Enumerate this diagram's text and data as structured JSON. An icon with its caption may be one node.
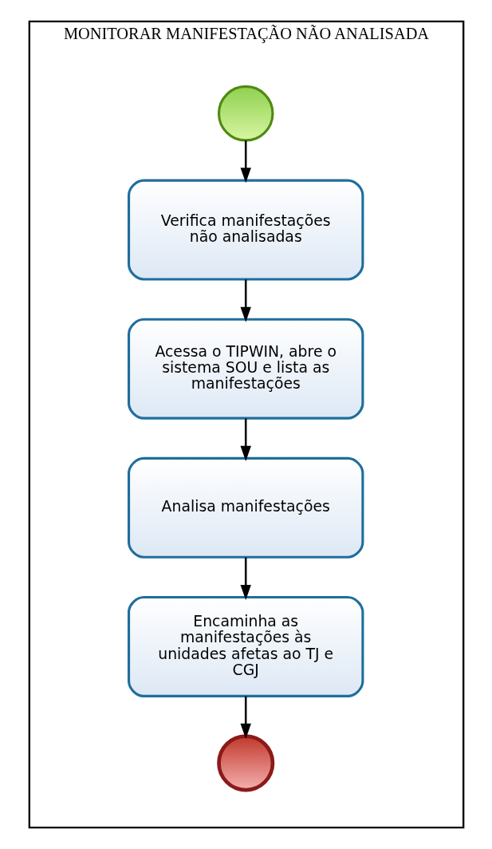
{
  "diagram": {
    "nodes": [
      {
        "text": [
          "MONITORAR MANIFESTAÇÃO NÃO ANALISADA"
        ]
      },
      {
        "text": [],
        "shape": "circle",
        "in": 0
      },
      {
        "text": [
          "Verifica manifestações não analisadas"
        ],
        "in": 0
      },
      {
        "text": [
          "Acessa o TIPWIN, abre o sistema SOU e lista as manifestações"
        ],
        "in": 0
      },
      {
        "text": [
          "Analisa manifestações"
        ],
        "in": 0
      },
      {
        "text": [
          "Encaminha as manifestações às unidades afetas ao TJ e CGJ"
        ],
        "in": 0
      },
      {
        "text": [],
        "shape": "circle",
        "in": 0
      }
    ],
    "edges": [
      {
        "from": 1,
        "to": 2,
        "arrow": "to"
      },
      {
        "from": 2,
        "to": 3,
        "arrow": "to"
      },
      {
        "from": 3,
        "to": 4,
        "arrow": "to"
      },
      {
        "from": 4,
        "to": 5,
        "arrow": "to"
      },
      {
        "from": 5,
        "to": 6,
        "arrow": "to"
      }
    ]
  }
}
